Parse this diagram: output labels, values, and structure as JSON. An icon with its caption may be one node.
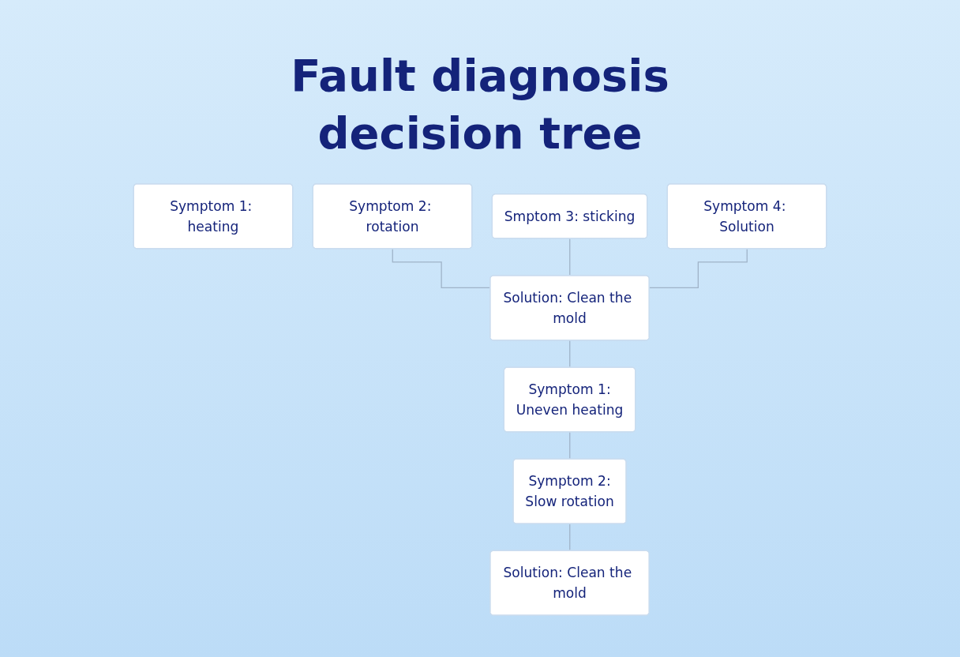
{
  "diagram": {
    "title": "Fault diagnosis decision tree",
    "nodes": [
      {
        "text": [
          "Symptom 1: heating"
        ]
      },
      {
        "text": [
          "Symptom 2: rotation"
        ]
      },
      {
        "text": [
          "Smptom 3: sticking"
        ]
      },
      {
        "text": [
          "Symptom 4: Solution"
        ]
      },
      {
        "text": [
          "Solution: Clean the mold"
        ]
      },
      {
        "text": [
          "Symptom 1:",
          "Uneven heating"
        ]
      },
      {
        "text": [
          "Symptom 2:",
          "Slow rotation"
        ]
      },
      {
        "text": [
          "Solution: Clean the mold"
        ]
      }
    ],
    "edges": [
      {
        "from": 1,
        "to": 4,
        "arrow": "none"
      },
      {
        "from": 2,
        "to": 4,
        "arrow": "none"
      },
      {
        "from": 3,
        "to": 4,
        "arrow": "none"
      },
      {
        "from": 4,
        "to": 5,
        "arrow": "none"
      },
      {
        "from": 5,
        "to": 6,
        "arrow": "none"
      },
      {
        "from": 6,
        "to": 7,
        "arrow": "none"
      }
    ]
  }
}
